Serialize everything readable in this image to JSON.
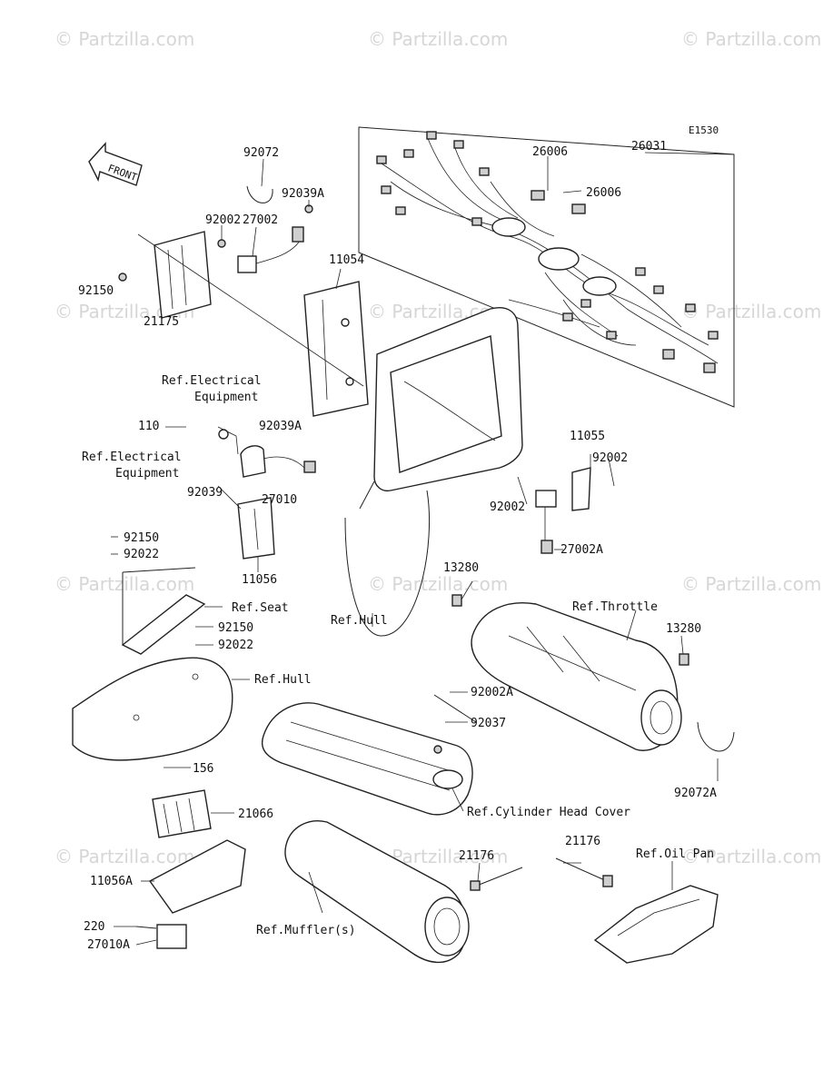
{
  "watermark": "© Partzilla.com",
  "diagram_code": "E1530",
  "front_arrow_label": "FRONT",
  "labels": {
    "p92072": "92072",
    "p92039A_top": "92039A",
    "p92002_top": "92002",
    "p27002": "27002",
    "p11054": "11054",
    "p92150_top": "92150",
    "p21175": "21175",
    "p26006_a": "26006",
    "p26006_b": "26006",
    "p26031": "26031",
    "ref_elec_1_line1": "Ref.Electrical",
    "ref_elec_1_line2": "Equipment",
    "p92039A_mid": "92039A",
    "p110": "110",
    "ref_elec_2_line1": "Ref.Electrical",
    "ref_elec_2_line2": "Equipment",
    "p27010": "27010",
    "p92039": "92039",
    "p11055": "11055",
    "p92002_right": "92002",
    "p92002_mid": "92002",
    "p27002A": "27002A",
    "p92150_mid": "92150",
    "p92022_mid": "92022",
    "p11056": "11056",
    "ref_seat": "Ref.Seat",
    "ref_hull_1": "Ref.Hull",
    "p13280_a": "13280",
    "ref_throttle": "Ref.Throttle",
    "p13280_b": "13280",
    "p92150_low": "92150",
    "p92022_low": "92022",
    "ref_hull_2": "Ref.Hull",
    "p92002A": "92002A",
    "p92037": "92037",
    "p92072A": "92072A",
    "p156": "156",
    "p21066": "21066",
    "ref_cyl_head": "Ref.Cylinder Head Cover",
    "p21176_a": "21176",
    "p21176_b": "21176",
    "ref_oil_pan": "Ref.Oil Pan",
    "p11056A": "11056A",
    "ref_muffler": "Ref.Muffler(s)",
    "p220": "220",
    "p27010A": "27010A"
  }
}
